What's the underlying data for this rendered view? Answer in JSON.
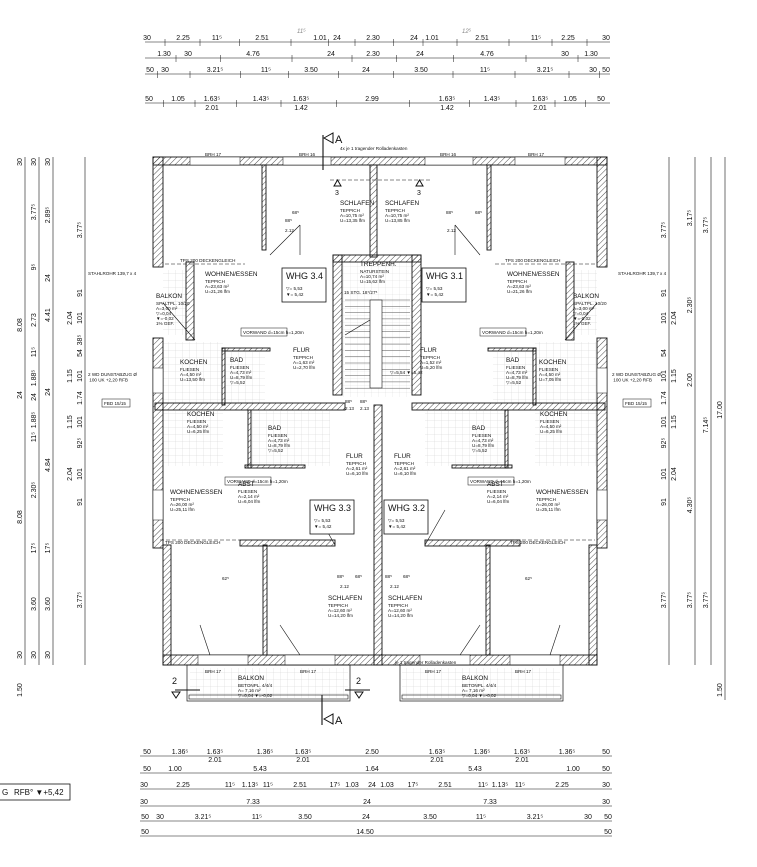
{
  "dimensions": {
    "top": [
      [
        "30",
        "2.25",
        "11⁵",
        "2.51",
        "1.01",
        "24",
        "2.30",
        "24",
        "1.01",
        "2.51",
        "11⁵",
        "2.25",
        "30"
      ],
      [
        "1.30",
        "30",
        "4.76",
        "24",
        "2.30",
        "24",
        "4.76",
        "30",
        "1.30"
      ],
      [
        "50",
        "30",
        "3.21⁵",
        "11⁵",
        "3.50",
        "24",
        "3.50",
        "11⁵",
        "3.21⁵",
        "30",
        "50"
      ],
      [
        "50",
        "1.05",
        "1.63⁵",
        "1.43⁵",
        "1.63⁵",
        "2.99",
        "1.63⁵",
        "1.43⁵",
        "1.63⁵",
        "1.05",
        "50"
      ]
    ],
    "top_sub": [
      "2.01",
      "1.42",
      "1.42",
      "2.01"
    ],
    "top_handwritten": [
      "11⁵",
      "12⁵"
    ],
    "bottom": [
      [
        "50",
        "1.36⁵",
        "1.63⁵",
        "1.36⁵",
        "1.63⁵",
        "2.50",
        "1.63⁵",
        "1.36⁵",
        "1.63⁵",
        "1.36⁵",
        "50"
      ],
      [
        "50",
        "1.00",
        "5.43",
        "1.64",
        "5.43",
        "1.00",
        "50"
      ],
      [
        "30",
        "2.25",
        "11⁵",
        "1.13⁵",
        "11⁵",
        "2.51",
        "17⁵",
        "1.03",
        "24",
        "1.03",
        "17⁵",
        "2.51",
        "11⁵",
        "1.13⁵",
        "11⁵",
        "2.25",
        "30"
      ],
      [
        "30",
        "7.33",
        "24",
        "7.33",
        "30"
      ],
      [
        "50",
        "30",
        "3.21⁵",
        "11⁵",
        "3.50",
        "24",
        "3.50",
        "11⁵",
        "3.21⁵",
        "30",
        "50"
      ],
      [
        "50",
        "14.50",
        "50"
      ]
    ],
    "bottom_sub": [
      "2.01",
      "2.01",
      "2.01",
      "2.01"
    ],
    "left": [
      [
        "30",
        "8.08",
        "24",
        "8.08",
        "30",
        "1.50"
      ],
      [
        "30",
        "3.77⁵",
        "9⁵",
        "2.73",
        "11⁵",
        "1.88⁵",
        "24",
        "1.88⁵",
        "11⁵",
        "2.30⁵",
        "17⁵",
        "3.60",
        "30"
      ],
      [
        "30",
        "2.89⁵",
        "24",
        "4.41",
        "24",
        "4.84",
        "17⁵",
        "3.60",
        "30"
      ],
      [
        "3.77⁵",
        "91",
        "101",
        "2.04",
        "38⁵",
        "54",
        "101",
        "1.15",
        "1.74",
        "101",
        "1.15",
        "92⁵",
        "101",
        "2.04",
        "91",
        "3.77⁵"
      ]
    ],
    "right": [
      [
        "3.77⁵",
        "91",
        "101",
        "2.04",
        "54",
        "101",
        "1.15",
        "1.74",
        "101",
        "1.15",
        "92⁵",
        "101",
        "2.04",
        "91",
        "3.77⁵"
      ],
      [
        "3.17⁵",
        "2.30⁵",
        "2.00",
        "4.30⁵",
        "3.77⁵"
      ],
      [
        "3.77⁵",
        "7.14⁵",
        "3.77⁵"
      ],
      [
        "17.00",
        "1.50"
      ]
    ]
  },
  "units": [
    {
      "name": "WHG 3.4",
      "levels": [
        "▽= 5,53",
        "▼= 5,42"
      ]
    },
    {
      "name": "WHG 3.1",
      "levels": [
        "▽= 5,53",
        "▼= 5,42"
      ]
    },
    {
      "name": "WHG 3.3",
      "levels": [
        "▽= 5,53",
        "▼= 5,42"
      ]
    },
    {
      "name": "WHG 3.2",
      "levels": [
        "▽= 5,53",
        "▼= 5,42"
      ]
    }
  ],
  "rooms": [
    {
      "lines": [
        "SCHLAFEN",
        "TEPPICH",
        "A=10,75 m²",
        "U=13,35 lfm"
      ]
    },
    {
      "lines": [
        "SCHLAFEN",
        "TEPPICH",
        "A=10,75 m²",
        "U=13,85 lfm"
      ]
    },
    {
      "lines": [
        "WOHNEN/ESSEN",
        "TEPPICH",
        "A=23,63 m²",
        "U=21,26 lfm"
      ]
    },
    {
      "lines": [
        "WOHNEN/ESSEN",
        "TEPPICH",
        "A=23,63 m²",
        "U=21,26 lfm"
      ]
    },
    {
      "lines": [
        "TREPPENH.",
        "NATURSTEIN",
        "A=10,74 m²",
        "U=15,62 lfm"
      ]
    },
    {
      "lines": [
        "BALKON",
        "SPALTPL. 10/20",
        "A=3,00 m²",
        "▽=0,04",
        "▼=-0,02",
        "1% GEF."
      ]
    },
    {
      "lines": [
        "BALKON",
        "SPALTPL. 10/20",
        "A=3,00 m²",
        "▽=0,04",
        "▼=-0,02",
        "1% GEF."
      ]
    },
    {
      "lines": [
        "KOCHEN",
        "FLIESEN",
        "A=4,50 m²",
        "U=13,50 lfm"
      ]
    },
    {
      "lines": [
        "BAD",
        "FLIESEN",
        "A=4,73 m²",
        "U=8,79 lfm",
        "▽=5,52"
      ]
    },
    {
      "lines": [
        "FLUR",
        "TEPPICH",
        "A=1,63 m²",
        "U=2,70 lfm"
      ]
    },
    {
      "lines": [
        "FLUR",
        "TEPPICH",
        "A=1,52 m²",
        "U=5,20 lfm"
      ]
    },
    {
      "lines": [
        "BAD",
        "FLIESEN",
        "A=4,73 m²",
        "U=8,79 lfm",
        "▽=5,52"
      ]
    },
    {
      "lines": [
        "KOCHEN",
        "FLIESEN",
        "A=4,50 m²",
        "U=7,05 lfm"
      ]
    },
    {
      "lines": [
        "KOCHEN",
        "FLIESEN",
        "A=4,50 m²",
        "U=6,25 lfm"
      ]
    },
    {
      "lines": [
        "BAD",
        "FLIESEN",
        "A=4,73 m²",
        "U=8,79 lfm",
        "▽=5,52"
      ]
    },
    {
      "lines": [
        "FLUR",
        "TEPPICH",
        "A=2,61 m²",
        "U=6,10 lfm"
      ]
    },
    {
      "lines": [
        "FLUR",
        "TEPPICH",
        "A=2,61 m²",
        "U=6,10 lfm"
      ]
    },
    {
      "lines": [
        "BAD",
        "FLIESEN",
        "A=4,73 m²",
        "U=8,79 lfm",
        "▽=5,52"
      ]
    },
    {
      "lines": [
        "KOCHEN",
        "FLIESEN",
        "A=4,50 m²",
        "U=6,25 lfm"
      ]
    },
    {
      "lines": [
        "ABST",
        "FLIESEN",
        "A=2,14 m²",
        "U=6,04 lfm"
      ]
    },
    {
      "lines": [
        "ABST",
        "FLIESEN",
        "A=2,14 m²",
        "U=6,04 lfm"
      ]
    },
    {
      "lines": [
        "WOHNEN/ESSEN",
        "TEPPICH",
        "A=26,00 m²",
        "U=25,11 lfm"
      ]
    },
    {
      "lines": [
        "WOHNEN/ESSEN",
        "TEPPICH",
        "A=26,00 m²",
        "U=25,11 lfm"
      ]
    },
    {
      "lines": [
        "SCHLAFEN",
        "TEPPICH",
        "A=12,60 m²",
        "U=14,20 lfm"
      ]
    },
    {
      "lines": [
        "SCHLAFEN",
        "TEPPICH",
        "A=12,60 m²",
        "U=14,20 lfm"
      ]
    },
    {
      "lines": [
        "BALKON",
        "BETONPL. 4/4/4",
        "A= 7,16 m²",
        "▽=0,04   ▼=-0,02"
      ]
    },
    {
      "lines": [
        "BALKON",
        "BETONPL. 4/4/4",
        "A= 7,16 m²",
        "▽=0,04   ▼=-0,02"
      ]
    }
  ],
  "notes": [
    "VORWAND d=15cm h=1,20m",
    "VORWAND d=15cm h=1,20m",
    "VORWAND d=15cm h=1,20m",
    "VORWAND d=15cm h=1,20m",
    "15 STG. 18⁷/27⁵",
    "▽=5,54 ▼=5,42",
    "4x je 1 tragender Rolladenkasten",
    "je 1 tragender Rolladenkasten",
    "STAHLROHR 139,7 x 4",
    "STAHLROHR 139,7 x 4",
    "2 WD DUNSTABZUG Ø 100 UK +2,20 RFB",
    "2 WD DUNSTABZUG Ø 100 UK +2,20 RFB",
    "FBD 15/15",
    "FBD 15/15",
    "TPS 200 DECKENGLEICH",
    "TPS 200 DECKENGLEICH",
    "TPS 200 DECKENGLEICH",
    "TPS 200 DECKENGLEICH",
    "BRH 17",
    "BRH 16",
    "BRH 16",
    "BRH 17",
    "BRH 17",
    "BRH 17",
    "BRH 17",
    "BRH 17",
    "88⁵",
    "68⁵",
    "2.12",
    "88⁵",
    "68⁵",
    "2.12",
    "88⁵",
    "68⁵",
    "2.12",
    "88⁵",
    "68⁵",
    "2.12",
    "62⁵",
    "62⁵",
    "88⁵",
    "2.13",
    "88⁵",
    "2.13"
  ],
  "section_marks": {
    "A_top": "A",
    "A_bottom": "A",
    "s2_left": "2",
    "s2_right": "2",
    "s3_left": "3",
    "s3_right": "3"
  },
  "legend": {
    "prefix": "G",
    "text": "RFB° ▼+5,42"
  }
}
